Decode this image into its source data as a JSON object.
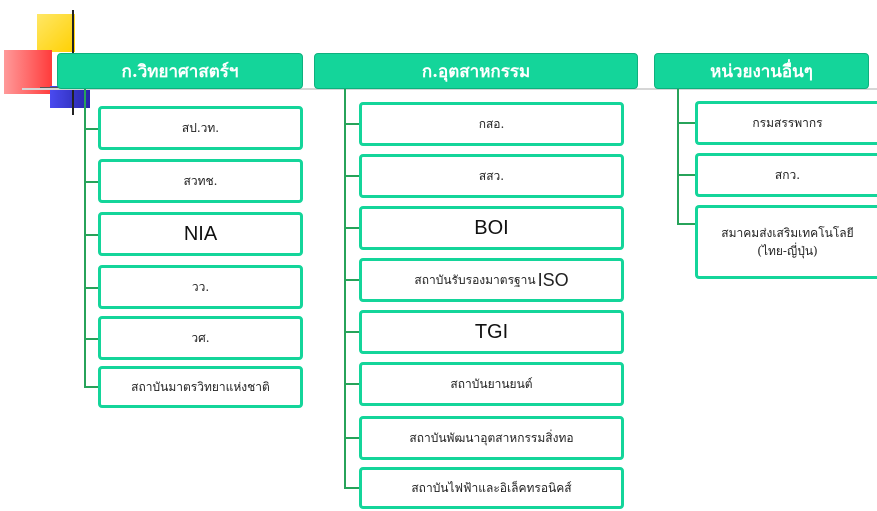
{
  "colors": {
    "header_fill": "#14d59a",
    "node_border": "#14d59a",
    "connector": "#27a35a",
    "deco_yellow": "#ffd83c",
    "deco_red": "#ff4848",
    "deco_blue": "#3a3ad8"
  },
  "columns": [
    {
      "header": "ก.วิทยาศาสตร์ฯ",
      "items": [
        "สป.วท.",
        "สวทช.",
        "NIA",
        "วว.",
        "วศ.",
        "สถาบันมาตรวิทยาแห่งชาติ"
      ]
    },
    {
      "header": "ก.อุตสาหกรรม",
      "items": [
        "กสอ.",
        "สสว.",
        "BOI",
        "สถาบันรับรองมาตรฐาน",
        "TGI",
        "สถาบันยานยนต์",
        "สถาบันพัฒนาอุตสาหกรรมสิ่งทอ",
        "สถาบันไฟฟ้าและอิเล็คทรอนิคส์"
      ],
      "iso_suffix": "ISO"
    },
    {
      "header": "หน่วยงานอื่นๆ",
      "items": [
        "กรมสรรพากร",
        "สกว."
      ],
      "multiline_item": {
        "line1": "สมาคมส่งเสริมเทคโนโลยี",
        "line2": "(ไทย-ญี่ปุ่น)"
      }
    }
  ]
}
